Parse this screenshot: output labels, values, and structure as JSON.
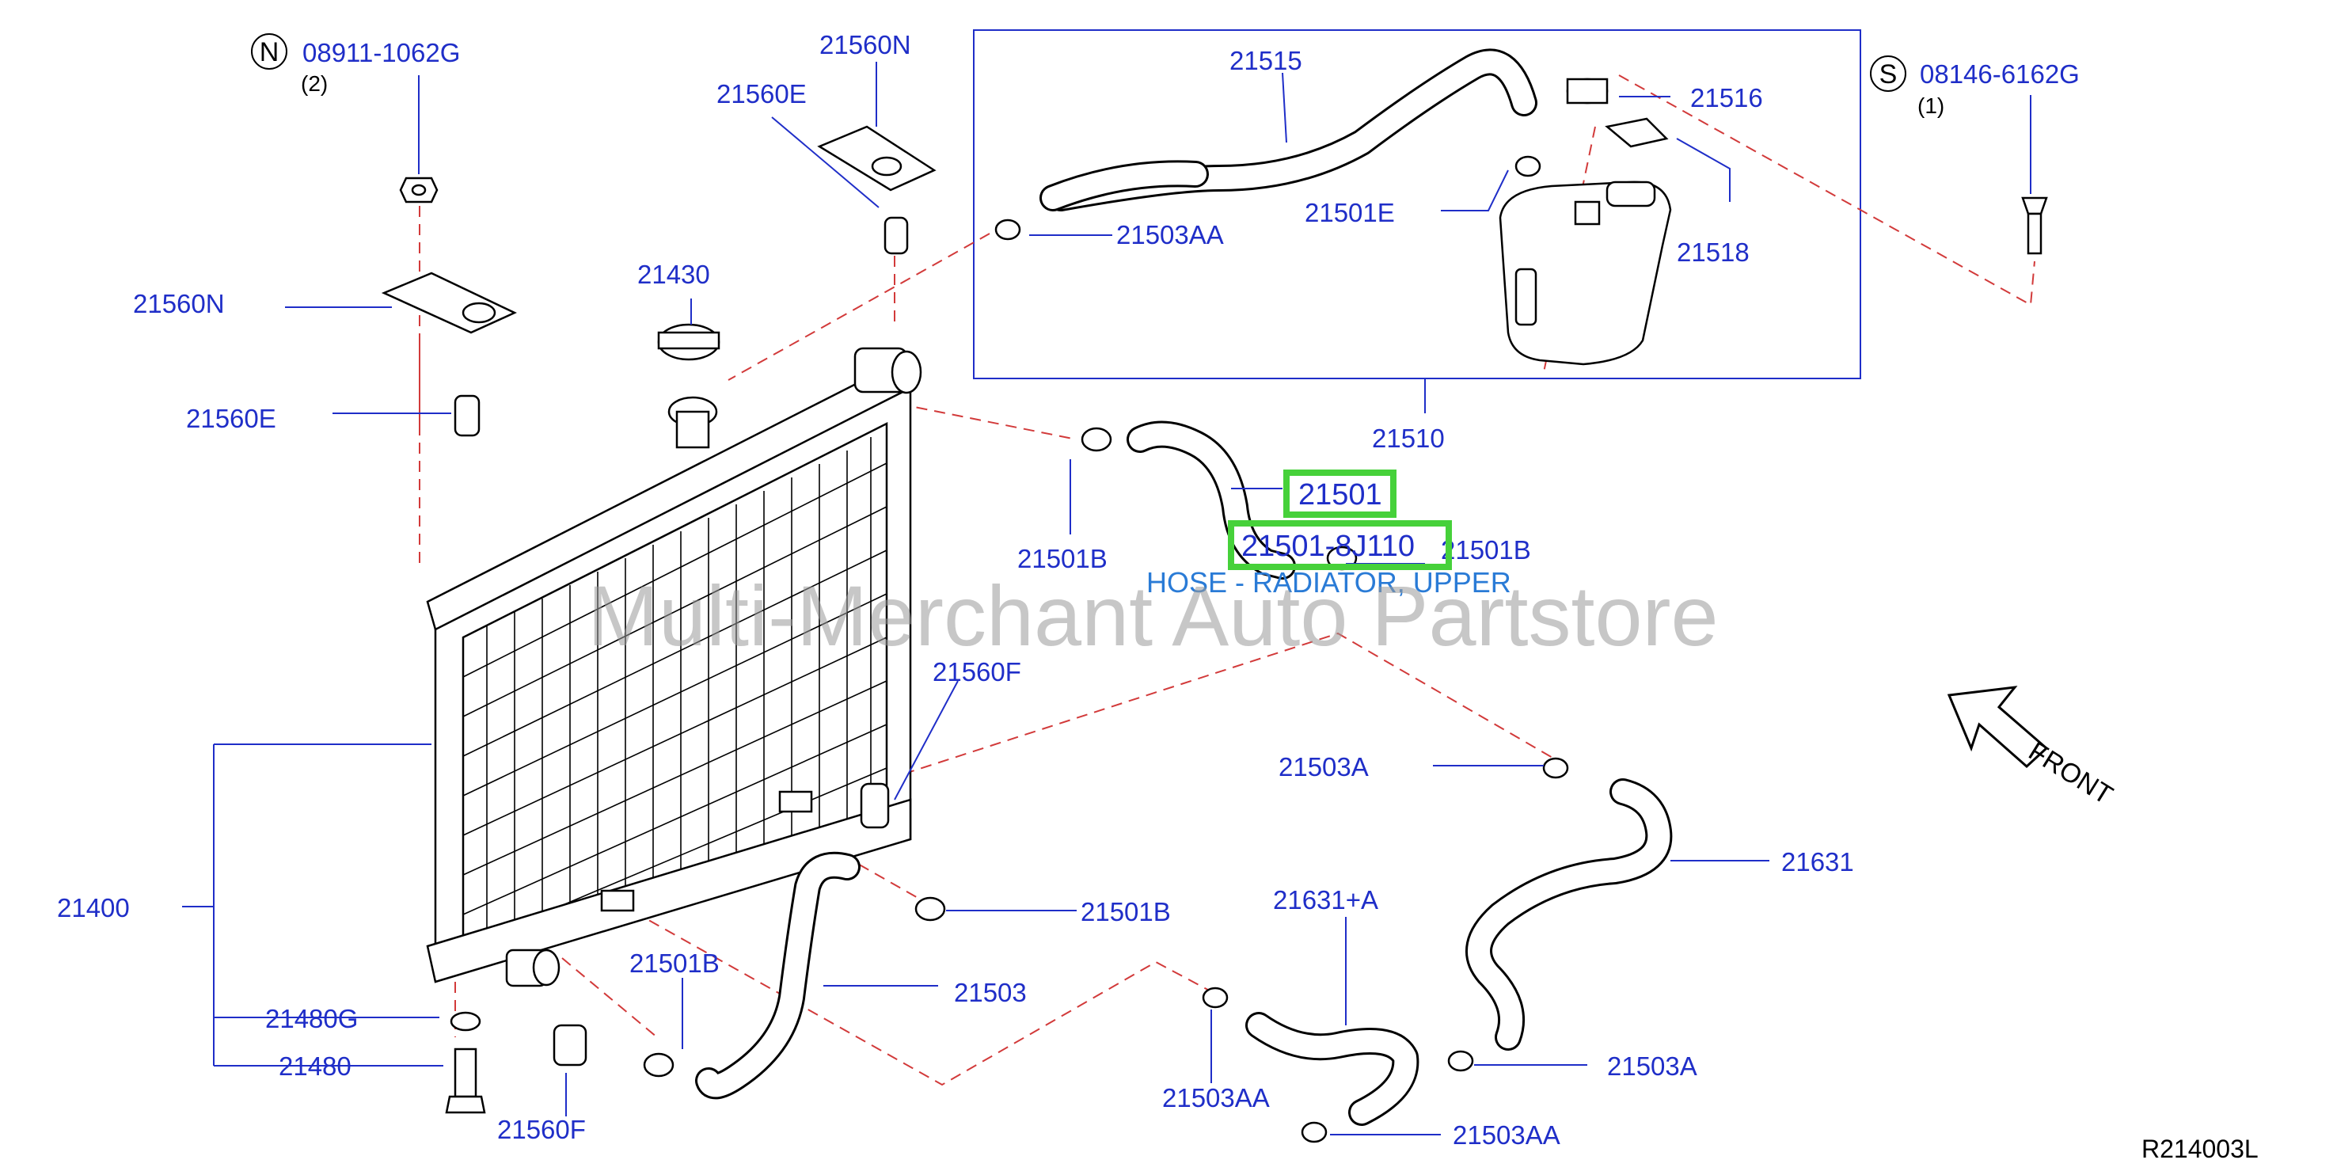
{
  "labels": {
    "n_part": "08911-1062G",
    "n_qty": "(2)",
    "n_symbol": "N",
    "s_part": "08146-6162G",
    "s_qty": "(1)",
    "s_symbol": "S",
    "p21560n_a": "21560N",
    "p21560n_b": "21560N",
    "p21560e_a": "21560E",
    "p21560e_b": "21560E",
    "p21430": "21430",
    "p21515": "21515",
    "p21516": "21516",
    "p21503aa_top": "21503AA",
    "p21501e": "21501E",
    "p21518": "21518",
    "p21510": "21510",
    "p21501": "21501",
    "p21501_oem": "21501-8J110",
    "p21501b_left": "21501B",
    "p21501b_right": "21501B",
    "p21560f_top": "21560F",
    "p21400": "21400",
    "p21503a_top": "21503A",
    "p21631": "21631",
    "p21501b_mid": "21501B",
    "p21631a": "21631+A",
    "p21501b_bottom": "21501B",
    "p21503": "21503",
    "p21480g": "21480G",
    "p21480": "21480",
    "p21503aa_mid": "21503AA",
    "p21503aa_bottom": "21503AA",
    "p21503a_bottom": "21503A",
    "p21560f_bottom": "21560F",
    "description": "HOSE - RADIATOR, UPPER",
    "front": "FRONT",
    "diagram_ref": "R214003L"
  },
  "watermark": "Multi-Merchant Auto Partstore",
  "colors": {
    "label_blue": "#1f2ec8",
    "description_blue": "#2a7bd6",
    "highlight_green": "#46d13a",
    "dashed_red": "#d23a3a",
    "watermark_gray": "#9a9a9a"
  }
}
